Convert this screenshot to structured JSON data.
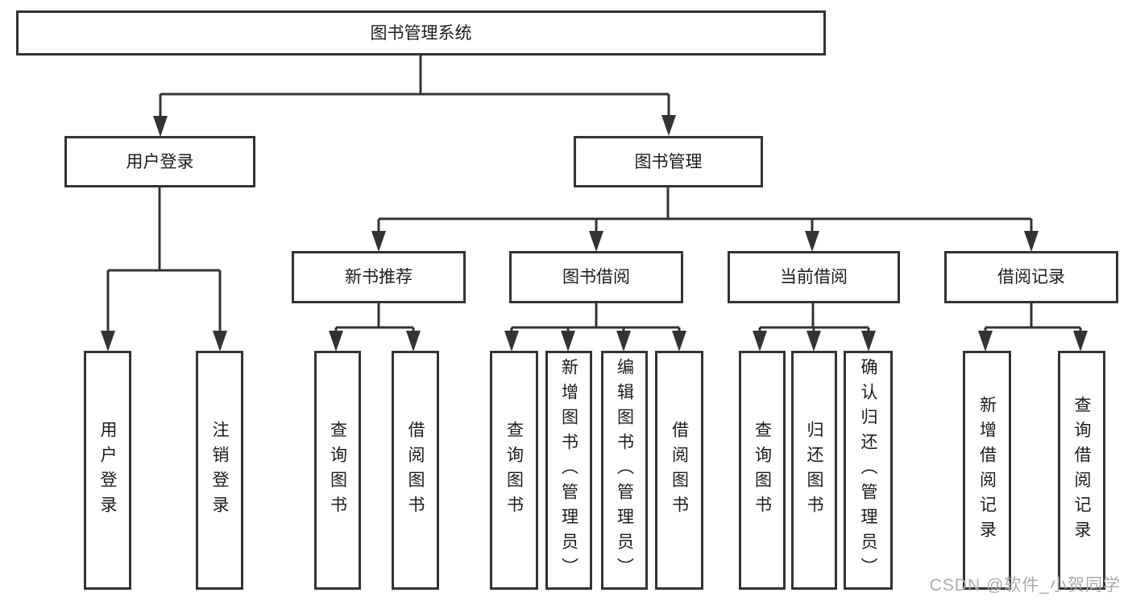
{
  "tree": {
    "root": "图书管理系统",
    "children": [
      {
        "label": "用户登录",
        "children": [
          "用户登录",
          "注销登录"
        ]
      },
      {
        "label": "图书管理",
        "children": [
          {
            "label": "新书推荐",
            "children": [
              "查询图书",
              "借阅图书"
            ]
          },
          {
            "label": "图书借阅",
            "children": [
              "查询图书",
              "新增图书（管理员）",
              "编辑图书（管理员）",
              "借阅图书"
            ]
          },
          {
            "label": "当前借阅",
            "children": [
              "查询图书",
              "归还图书",
              "确认归还（管理员）"
            ]
          },
          {
            "label": "借阅记录",
            "children": [
              "新增借阅记录",
              "查询借阅记录"
            ]
          }
        ]
      }
    ]
  },
  "watermark": {
    "text": "CSDN @软件_小贺同学"
  },
  "colors": {
    "line": "#333333",
    "text": "#1c1c1c",
    "watermark": "#ababab",
    "bg": "#ffffff"
  }
}
